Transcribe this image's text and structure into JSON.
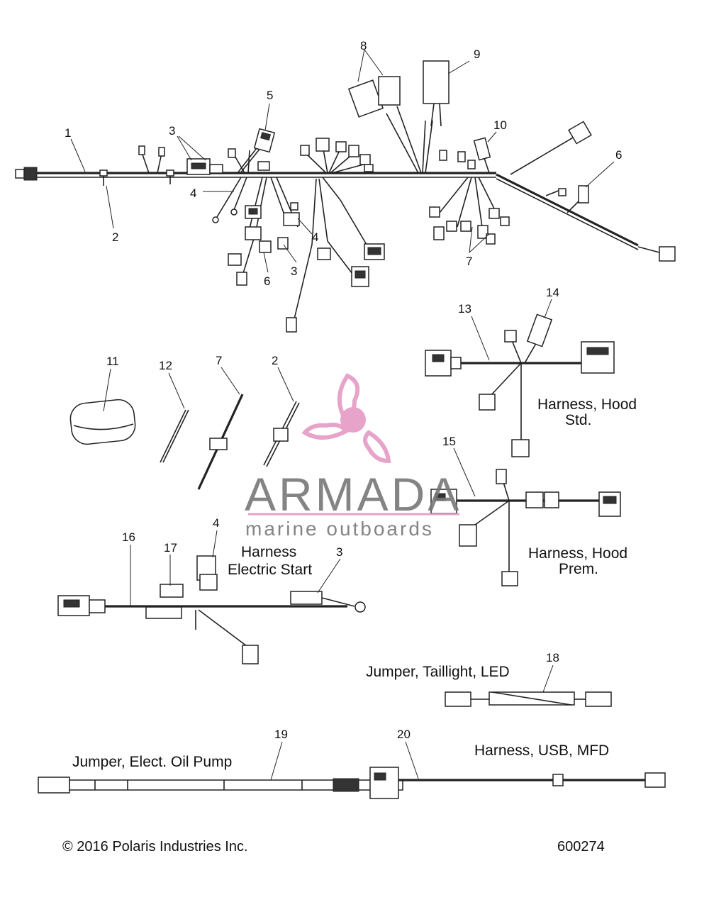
{
  "callouts": {
    "c1": "1",
    "c2": "2",
    "c3": "3",
    "c5": "5",
    "c4": "4",
    "c4b": "4",
    "c3b": "3",
    "c6": "6",
    "c6b": "6",
    "c7": "7",
    "c8": "8",
    "c9": "9",
    "c10": "10",
    "c11": "11",
    "c12": "12",
    "c7b": "7",
    "c2b": "2",
    "c13": "13",
    "c14": "14",
    "c15": "15",
    "c16": "16",
    "c17": "17",
    "c4c": "4",
    "c3c": "3",
    "c18": "18",
    "c19": "19",
    "c20": "20"
  },
  "labels": {
    "hood_std_line1": "Harness, Hood",
    "hood_std_line2": "Std.",
    "hood_prem_line1": "Harness, Hood",
    "hood_prem_line2": "Prem.",
    "electric_start_line1": "Harness",
    "electric_start_line2": "Electric Start",
    "taillight": "Jumper, Taillight, LED",
    "oil_pump": "Jumper, Elect. Oil Pump",
    "usb_mfd": "Harness, USB, MFD"
  },
  "footer": {
    "copyright": "© 2016 Polaris Industries Inc.",
    "diagram_number": "600274"
  },
  "watermark": {
    "brand": "ARMADA",
    "tagline": "marine outboards",
    "logo_color": "#e59ac4",
    "line_color": "#e59ac4"
  }
}
